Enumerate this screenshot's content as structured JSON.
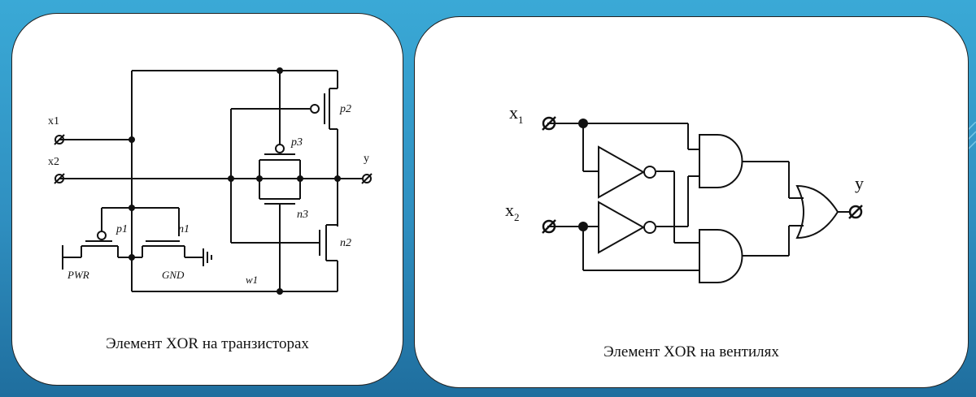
{
  "left_panel": {
    "caption": "Элемент XOR на транзисторах",
    "labels": {
      "x1": "x1",
      "x2": "x2",
      "y": "y",
      "p1": "p1",
      "n1": "n1",
      "p2": "p2",
      "n2": "n2",
      "p3": "p3",
      "n3": "n3",
      "pwr": "PWR",
      "gnd": "GND",
      "w1": "w1"
    }
  },
  "right_panel": {
    "caption": "Элемент XOR на вентилях",
    "labels": {
      "x1_base": "x",
      "x1_sub": "1",
      "x2_base": "x",
      "x2_sub": "2",
      "y": "y"
    }
  },
  "colors": {
    "background_top": "#3aa9d6",
    "background_bottom": "#1f6e9e",
    "panel": "#ffffff",
    "line": "#111111"
  }
}
